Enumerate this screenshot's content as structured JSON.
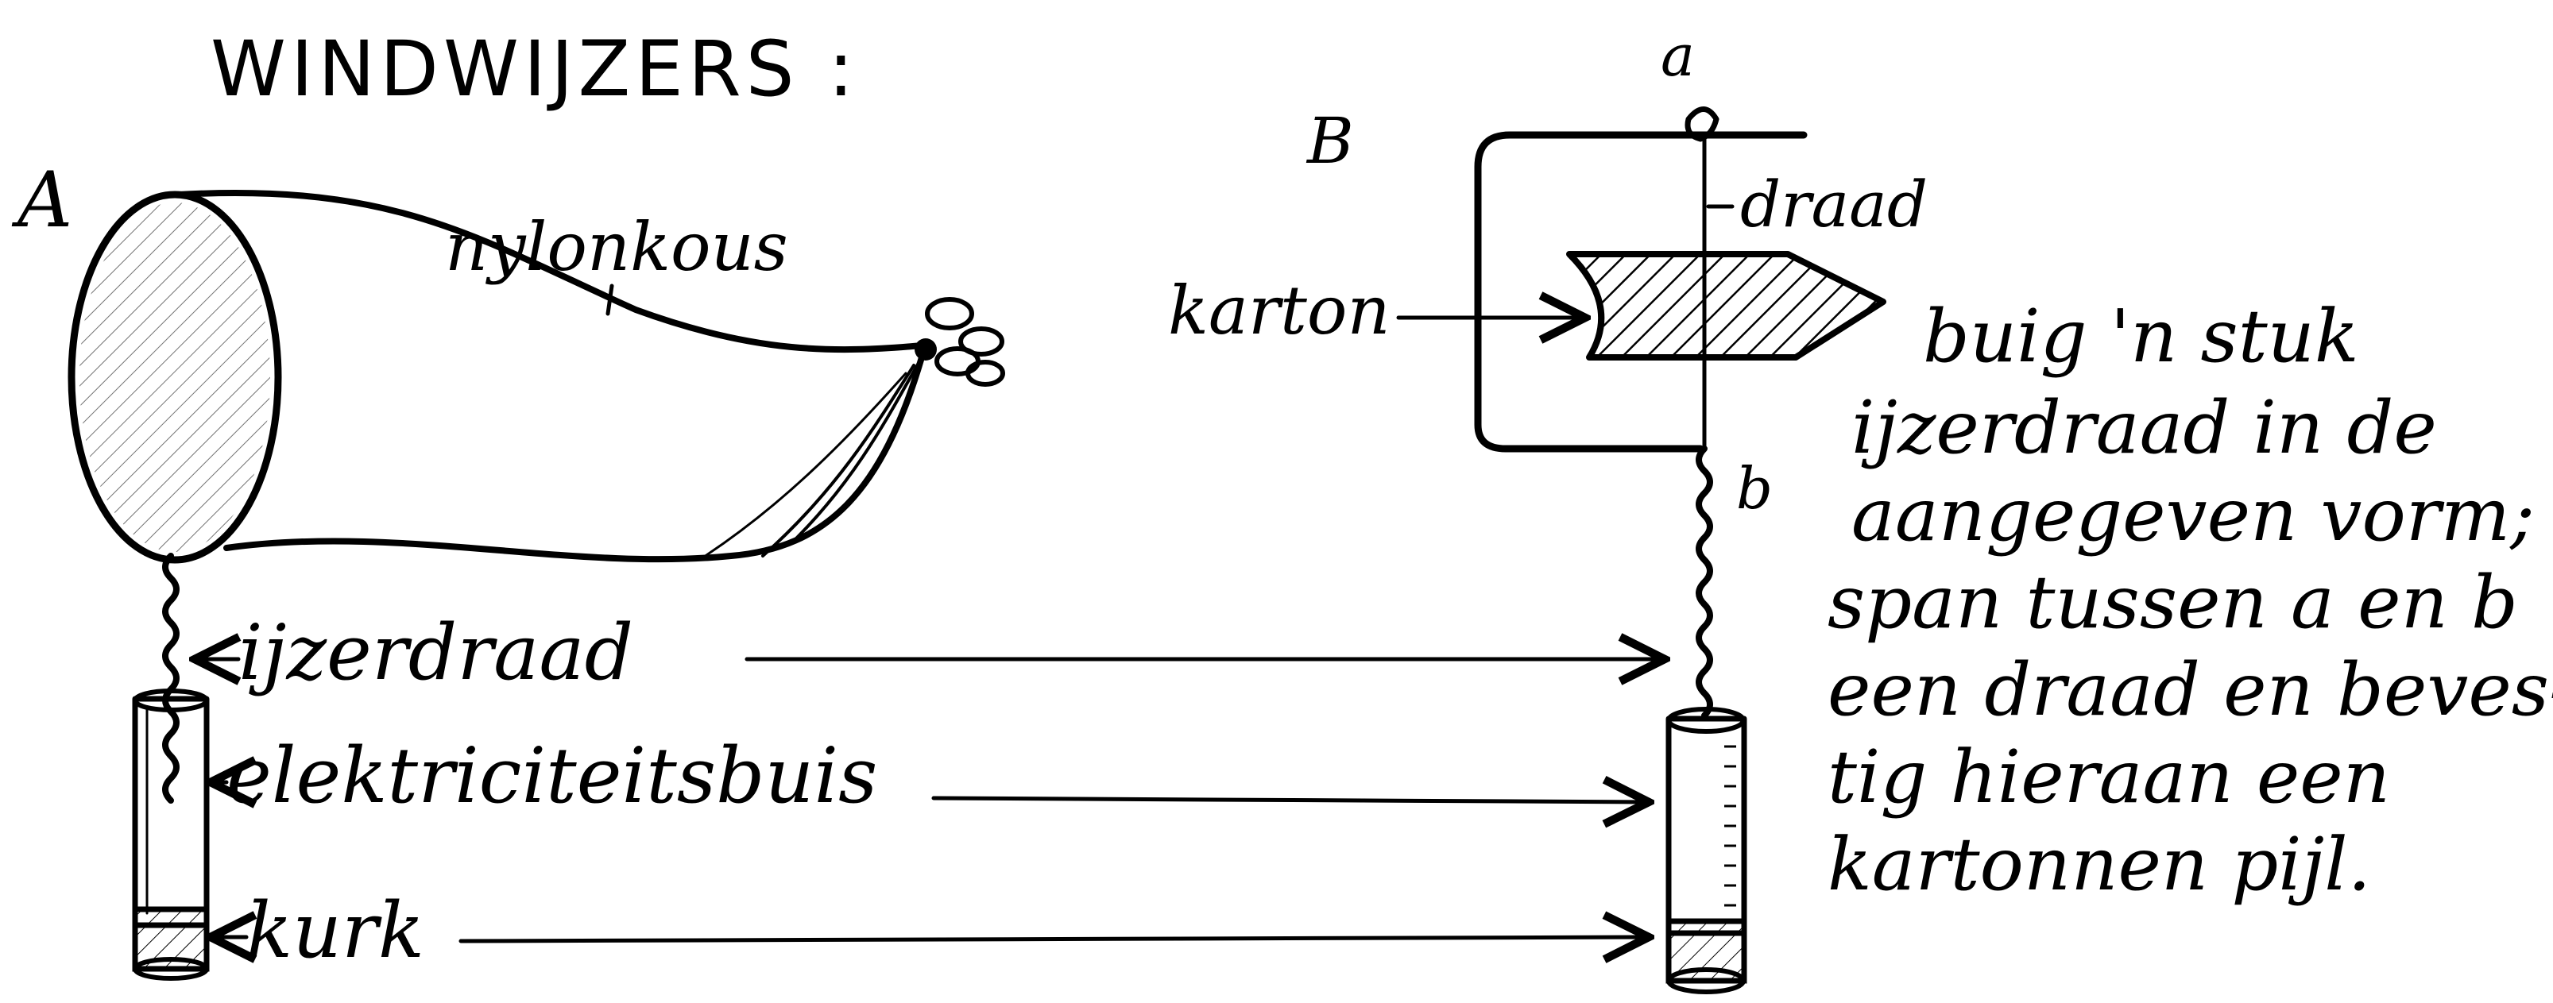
{
  "title": "WINDWIJZERS :",
  "figure_a": {
    "letter": "A",
    "labels": {
      "stocking": "nylonkous",
      "wire": "ijzerdraad",
      "tube": "elektriciteitsbuis",
      "cork": "kurk"
    }
  },
  "figure_b": {
    "letter": "B",
    "point_a": "a",
    "point_b": "b",
    "labels": {
      "thread": "draad",
      "cardboard": "karton"
    },
    "instructions": [
      "buig 'n stuk",
      "ijzerdraad in de",
      "aangegeven vorm;",
      "span tussen a en b",
      "een draad en beves-",
      "tig hieraan een",
      "kartonnen pijl."
    ]
  },
  "colors": {
    "ink": "#000000",
    "paper": "#ffffff"
  }
}
